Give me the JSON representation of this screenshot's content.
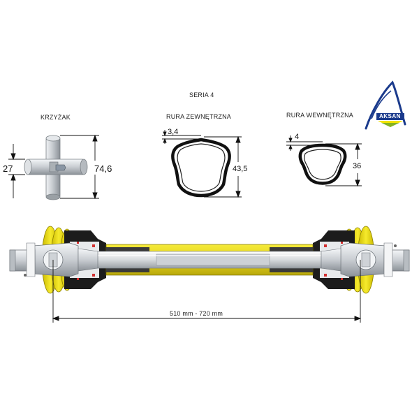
{
  "header": {
    "series": "SERIA 4"
  },
  "cross": {
    "title": "KRZYŻAK",
    "dim_small": "27",
    "dim_large": "74,6"
  },
  "outer_tube": {
    "title": "RURA ZEWNĘTRZNA",
    "wall": "3,4",
    "height": "43,5"
  },
  "inner_tube": {
    "title": "RURA WEWNĘTRZNA",
    "wall": "4",
    "height": "36"
  },
  "shaft": {
    "length": "510 mm - 720 mm"
  },
  "logo": {
    "text": "AKSAN",
    "color_navy": "#1a3a8c",
    "color_yellow": "#f2e400",
    "color_green": "#2e8b3a"
  },
  "colors": {
    "tube_yellow": "#e8d820",
    "guard_dark": "#1a1a1a",
    "steel": "#c8ccd0"
  }
}
